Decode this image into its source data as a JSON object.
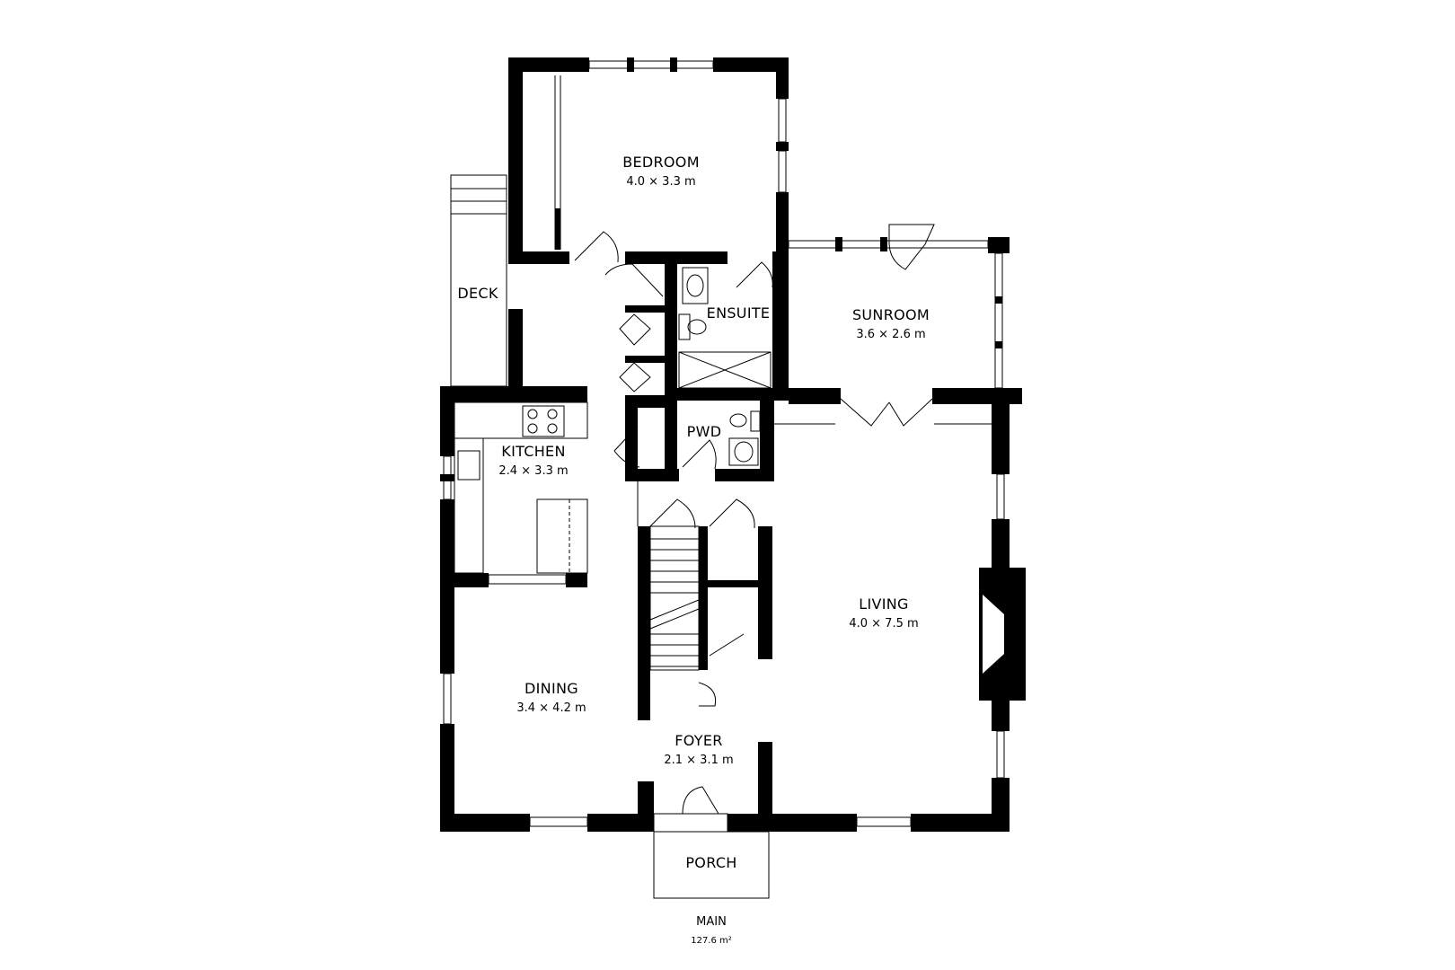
{
  "rooms": {
    "bedroom": {
      "name": "BEDROOM",
      "dims": "4.0 × 3.3 m"
    },
    "deck": {
      "name": "DECK"
    },
    "ensuite": {
      "name": "ENSUITE"
    },
    "sunroom": {
      "name": "SUNROOM",
      "dims": "3.6 × 2.6 m"
    },
    "kitchen": {
      "name": "KITCHEN",
      "dims": "2.4 × 3.3 m"
    },
    "pwd": {
      "name": "PWD"
    },
    "living": {
      "name": "LIVING",
      "dims": "4.0 × 7.5 m"
    },
    "dining": {
      "name": "DINING",
      "dims": "3.4 × 4.2 m"
    },
    "foyer": {
      "name": "FOYER",
      "dims": "2.1 × 3.1 m"
    },
    "porch": {
      "name": "PORCH"
    }
  },
  "floor": {
    "name": "MAIN",
    "area": "127.6 m²"
  }
}
